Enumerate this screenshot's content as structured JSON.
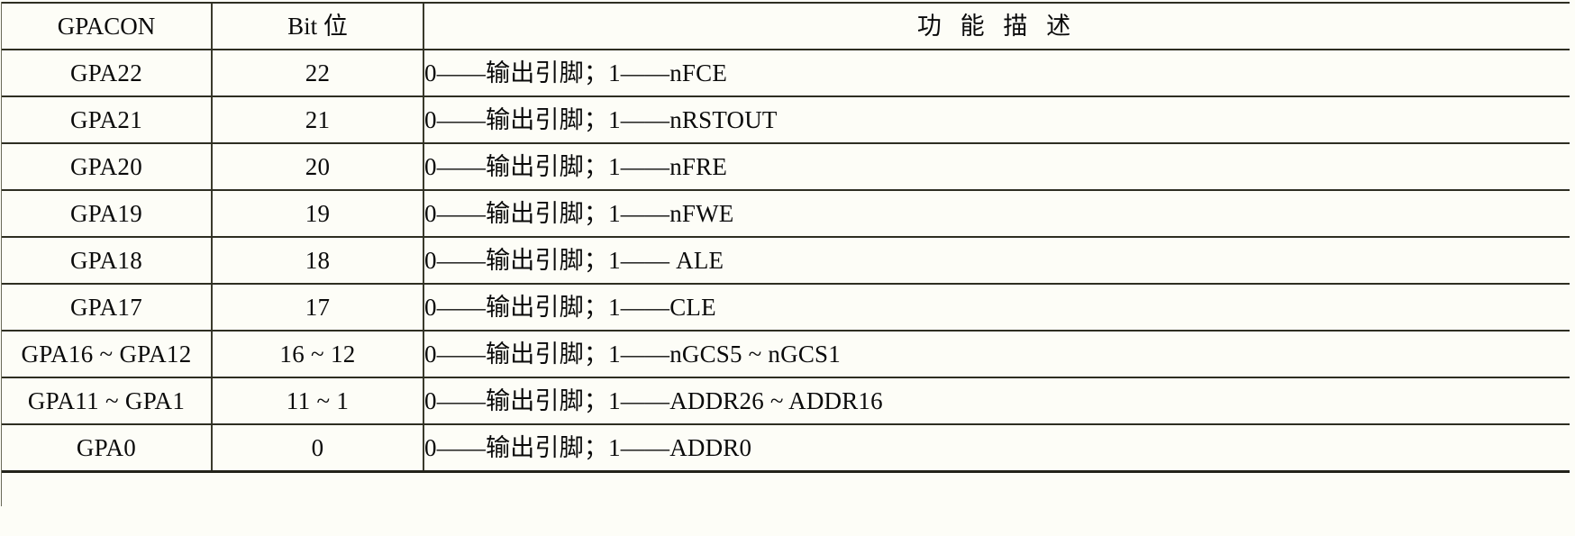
{
  "table": {
    "columns": [
      {
        "key": "register",
        "label": "GPACON"
      },
      {
        "key": "bit",
        "label": "Bit 位"
      },
      {
        "key": "desc",
        "label": "功 能 描 述"
      }
    ],
    "rows": [
      {
        "register": "GPA22",
        "bit": "22",
        "desc": "0——输出引脚；1——nFCE"
      },
      {
        "register": "GPA21",
        "bit": "21",
        "desc": "0——输出引脚；1——nRSTOUT"
      },
      {
        "register": "GPA20",
        "bit": "20",
        "desc": "0——输出引脚；1——nFRE"
      },
      {
        "register": "GPA19",
        "bit": "19",
        "desc": "0——输出引脚；1——nFWE"
      },
      {
        "register": "GPA18",
        "bit": "18",
        "desc": "0——输出引脚；1—— ALE"
      },
      {
        "register": "GPA17",
        "bit": "17",
        "desc": "0——输出引脚；1——CLE"
      },
      {
        "register": "GPA16 ~ GPA12",
        "bit": "16 ~ 12",
        "desc": "0——输出引脚；1——nGCS5 ~ nGCS1"
      },
      {
        "register": "GPA11 ~ GPA1",
        "bit": "11 ~ 1",
        "desc": "0——输出引脚；1——ADDR26 ~ ADDR16"
      },
      {
        "register": "GPA0",
        "bit": "0",
        "desc": "0——输出引脚；1——ADDR0"
      }
    ]
  },
  "style": {
    "border_color": "#2e2e22",
    "page_background": "#fdfdf7",
    "text_color": "#0a0a0a"
  }
}
